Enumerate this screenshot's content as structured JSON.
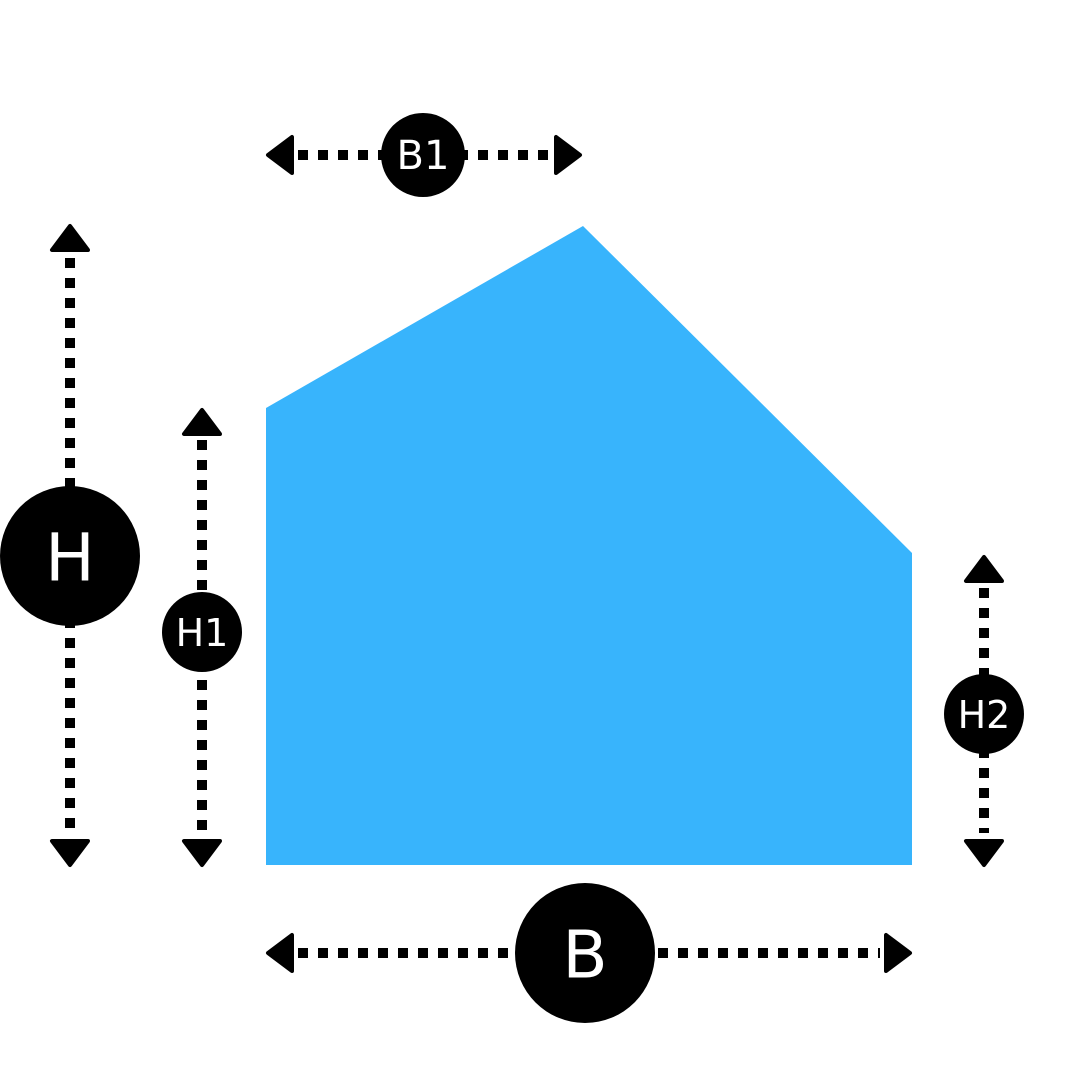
{
  "shape": {
    "fill_color": "#38b4fc"
  },
  "colors": {
    "dimension": "#000000",
    "label_text": "#ffffff",
    "background": "#ffffff"
  },
  "labels": {
    "total_height": "H",
    "left_wall_height": "H1",
    "right_wall_height": "H2",
    "total_width": "B",
    "ridge_offset": "B1"
  }
}
